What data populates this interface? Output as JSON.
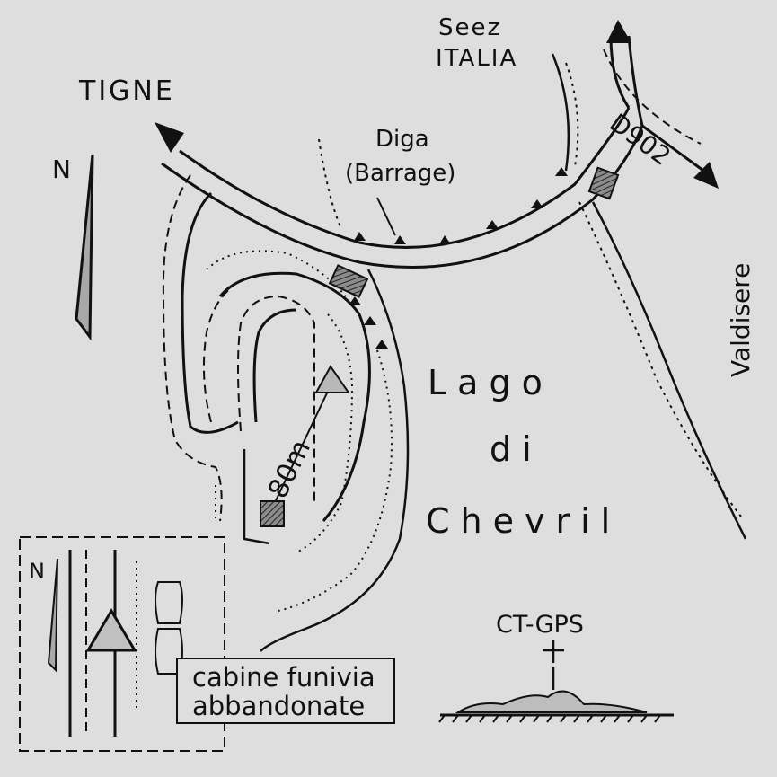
{
  "labels": {
    "tigne": "TIGNE",
    "seez": "Seez",
    "italia": "ITALIA",
    "diga": "Diga",
    "barrage": "(Barrage)",
    "road": "D902",
    "valdisere": "Valdisere",
    "lago": "Lago",
    "di": "di",
    "chevril": "Chevril",
    "distance": "80m",
    "north": "N",
    "north_inset": "N",
    "ctgps": "CT-GPS",
    "cabine_line1": "cabine funivia",
    "cabine_line2": "abbandonate"
  },
  "colors": {
    "background": "#dedede",
    "ink": "#111111",
    "triangle_fill": "#b8b8b8",
    "arrow_fill": "#a8a8a8"
  },
  "icons": {
    "north_arrow": "north-arrow-icon",
    "station": "triangle-station-icon",
    "target": "hatched-square-icon",
    "benchmark": "cross-marker-icon"
  }
}
